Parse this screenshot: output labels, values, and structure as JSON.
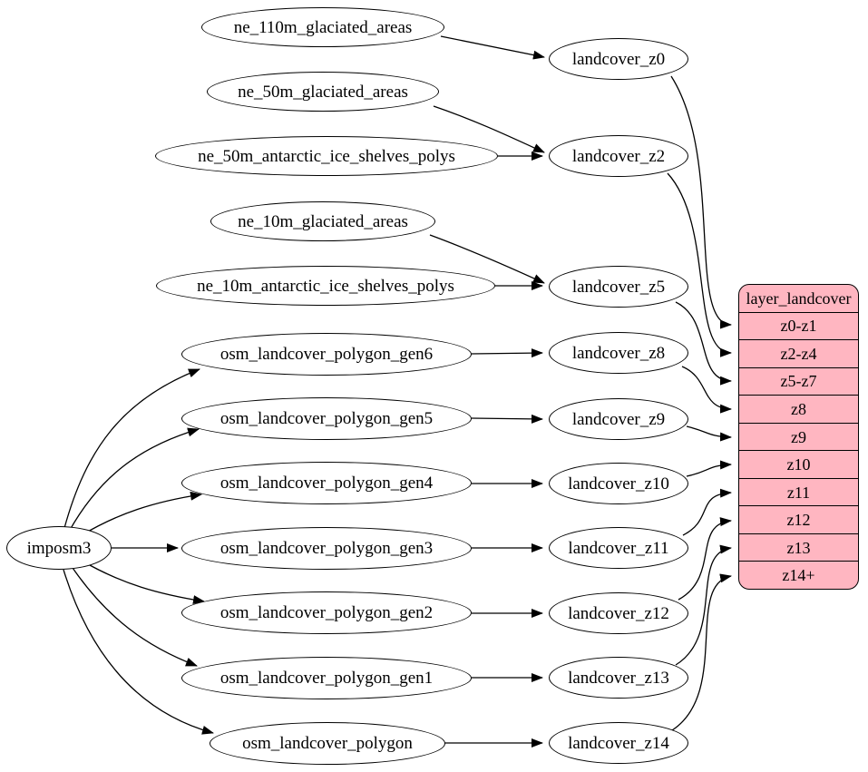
{
  "diagram": {
    "type": "graphviz-dependency-diagram",
    "background_color": "#ffffff",
    "node_fill": "#ffffff",
    "node_stroke": "#000000",
    "edge_color": "#000000"
  },
  "nodes": {
    "imposm3": "imposm3",
    "sources": [
      "ne_110m_glaciated_areas",
      "ne_50m_glaciated_areas",
      "ne_50m_antarctic_ice_shelves_polys",
      "ne_10m_glaciated_areas",
      "ne_10m_antarctic_ice_shelves_polys",
      "osm_landcover_polygon_gen6",
      "osm_landcover_polygon_gen5",
      "osm_landcover_polygon_gen4",
      "osm_landcover_polygon_gen3",
      "osm_landcover_polygon_gen2",
      "osm_landcover_polygon_gen1",
      "osm_landcover_polygon"
    ],
    "intermediates": [
      "landcover_z0",
      "landcover_z2",
      "landcover_z5",
      "landcover_z8",
      "landcover_z9",
      "landcover_z10",
      "landcover_z11",
      "landcover_z12",
      "landcover_z13",
      "landcover_z14"
    ]
  },
  "table": {
    "title": "layer_landcover",
    "fill": "#ffb6c1",
    "rows": [
      "z0-z1",
      "z2-z4",
      "z5-z7",
      "z8",
      "z9",
      "z10",
      "z11",
      "z12",
      "z13",
      "z14+"
    ]
  },
  "edges": [
    {
      "from": "ne_110m_glaciated_areas",
      "to": "landcover_z0"
    },
    {
      "from": "ne_50m_glaciated_areas",
      "to": "landcover_z2"
    },
    {
      "from": "ne_50m_antarctic_ice_shelves_polys",
      "to": "landcover_z2"
    },
    {
      "from": "ne_10m_glaciated_areas",
      "to": "landcover_z5"
    },
    {
      "from": "ne_10m_antarctic_ice_shelves_polys",
      "to": "landcover_z5"
    },
    {
      "from": "osm_landcover_polygon_gen6",
      "to": "landcover_z8"
    },
    {
      "from": "osm_landcover_polygon_gen5",
      "to": "landcover_z9"
    },
    {
      "from": "osm_landcover_polygon_gen4",
      "to": "landcover_z10"
    },
    {
      "from": "osm_landcover_polygon_gen3",
      "to": "landcover_z11"
    },
    {
      "from": "osm_landcover_polygon_gen2",
      "to": "landcover_z12"
    },
    {
      "from": "osm_landcover_polygon_gen1",
      "to": "landcover_z13"
    },
    {
      "from": "osm_landcover_polygon",
      "to": "landcover_z14"
    },
    {
      "from": "imposm3",
      "to": "osm_landcover_polygon_gen6"
    },
    {
      "from": "imposm3",
      "to": "osm_landcover_polygon_gen5"
    },
    {
      "from": "imposm3",
      "to": "osm_landcover_polygon_gen4"
    },
    {
      "from": "imposm3",
      "to": "osm_landcover_polygon_gen3"
    },
    {
      "from": "imposm3",
      "to": "osm_landcover_polygon_gen2"
    },
    {
      "from": "imposm3",
      "to": "osm_landcover_polygon_gen1"
    },
    {
      "from": "imposm3",
      "to": "osm_landcover_polygon"
    },
    {
      "from": "landcover_z0",
      "to": "layer_landcover.z0-z1"
    },
    {
      "from": "landcover_z2",
      "to": "layer_landcover.z2-z4"
    },
    {
      "from": "landcover_z5",
      "to": "layer_landcover.z5-z7"
    },
    {
      "from": "landcover_z8",
      "to": "layer_landcover.z8"
    },
    {
      "from": "landcover_z9",
      "to": "layer_landcover.z9"
    },
    {
      "from": "landcover_z10",
      "to": "layer_landcover.z10"
    },
    {
      "from": "landcover_z11",
      "to": "layer_landcover.z11"
    },
    {
      "from": "landcover_z12",
      "to": "layer_landcover.z12"
    },
    {
      "from": "landcover_z13",
      "to": "layer_landcover.z13"
    },
    {
      "from": "landcover_z14",
      "to": "layer_landcover.z14+"
    }
  ]
}
